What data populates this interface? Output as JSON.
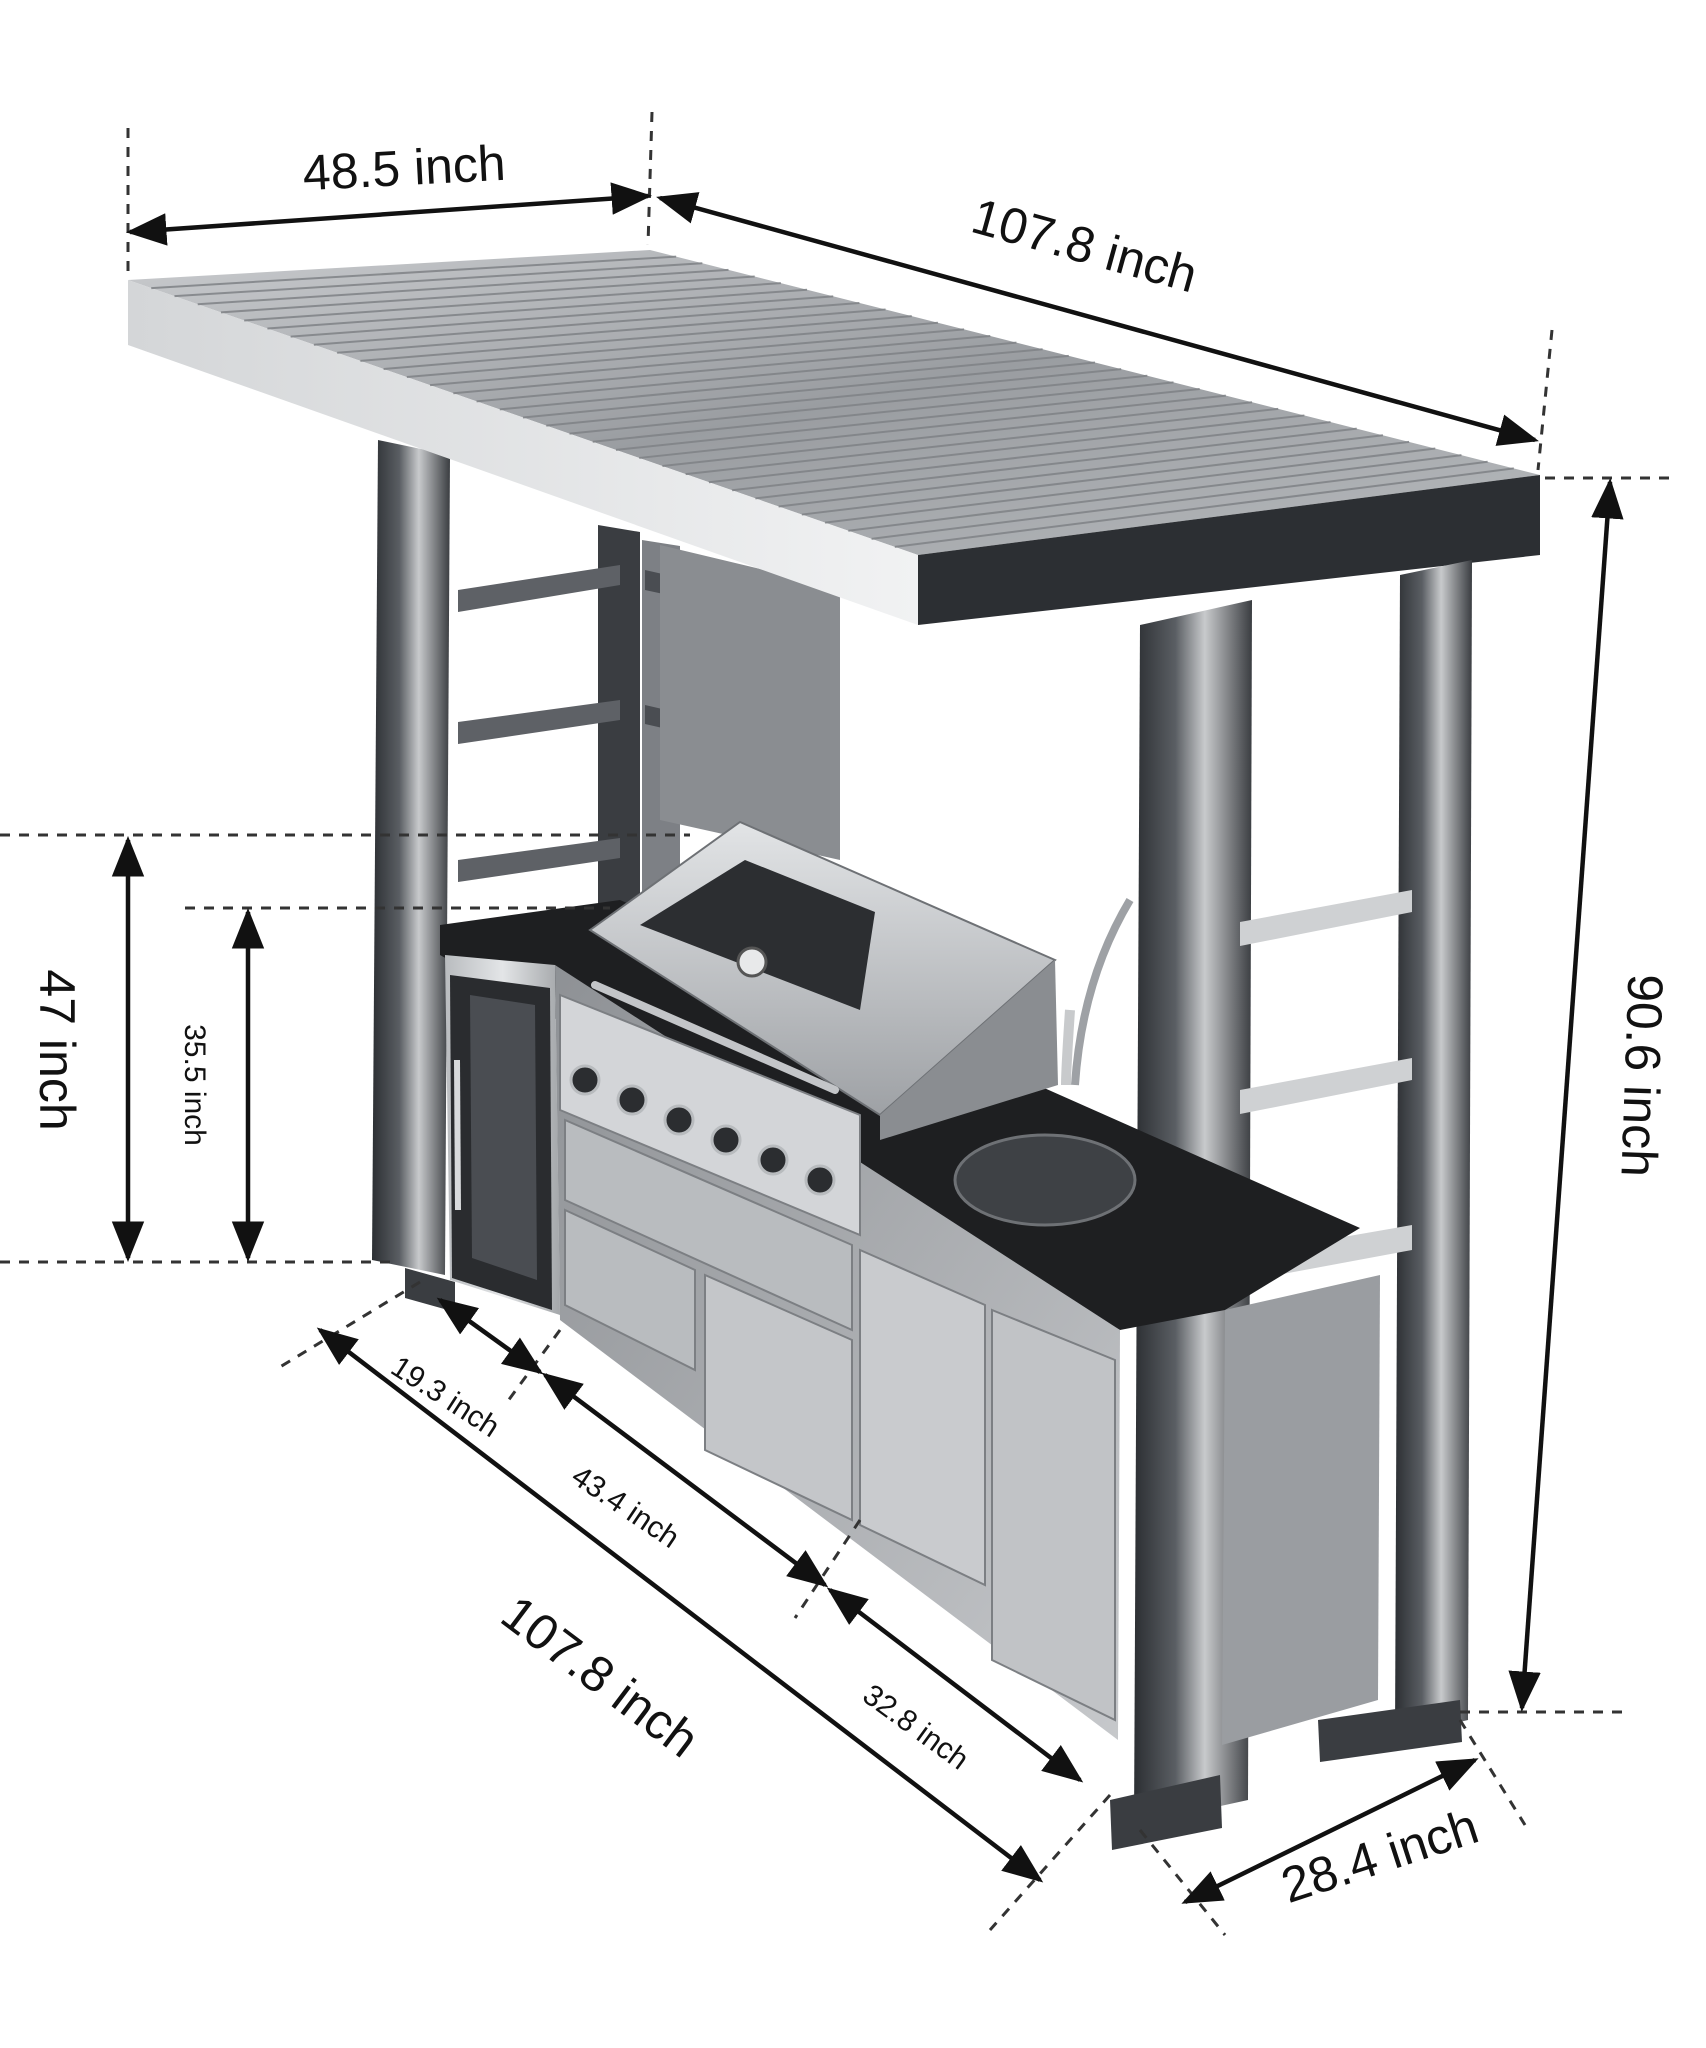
{
  "dimensions": {
    "roof_width": "48.5 inch",
    "roof_length": "107.8 inch",
    "total_height": "90.6 inch",
    "counter_height": "47 inch",
    "cabinet_height": "35.5 inch",
    "base_length": "107.8 inch",
    "segment_fridge": "19.3 inch",
    "segment_grill": "43.4 inch",
    "segment_sink": "32.8 inch",
    "depth": "28.4 inch"
  },
  "colors": {
    "frame": "#2c2f33",
    "steel_light": "#d8dadc",
    "steel_mid": "#a9acaf",
    "steel_dark": "#6e7175",
    "roof": "#9a9da1",
    "countertop": "#1e1f21"
  }
}
